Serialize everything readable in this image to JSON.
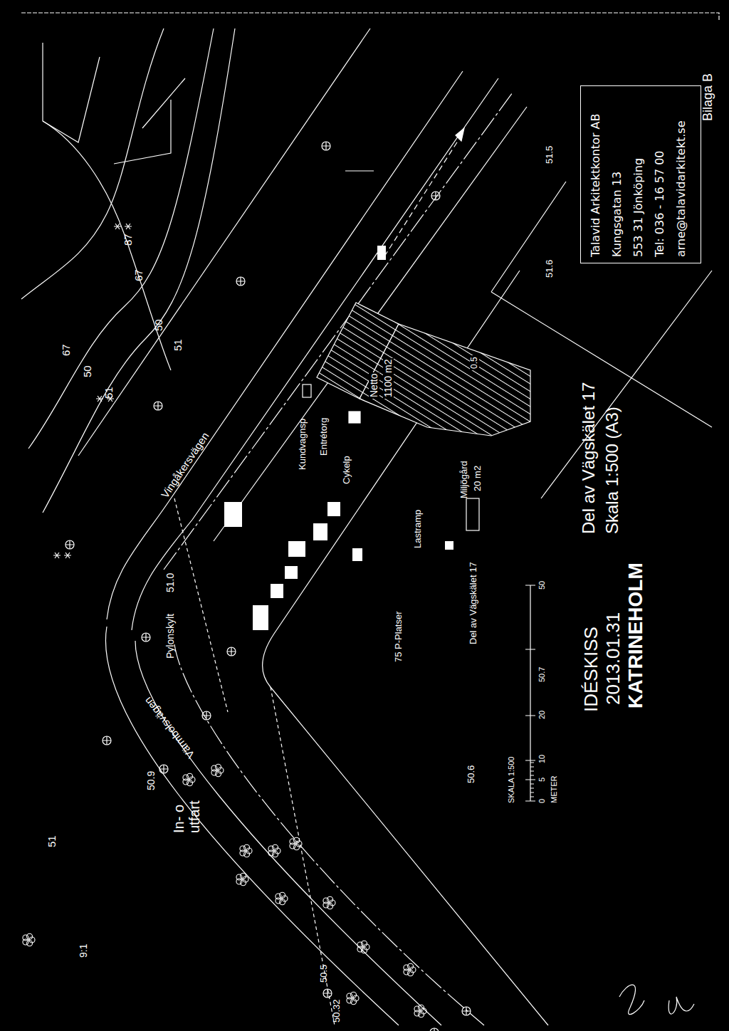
{
  "diagram": {
    "nodes": [
      {
        "text": [
          "Talavid Arkitektkontor AB",
          "Kungsgatan 13",
          "553 31 Jönköping",
          "Tel: 036 - 16 57 00",
          "arne@talavidarkitekt.se"
        ]
      }
    ],
    "labels": [
      "Bilaga B",
      "87",
      "67",
      "50",
      "51",
      "67",
      "50",
      "51",
      "Vingåkersvägen",
      "51.0",
      "Pylonskylt",
      "Kundvagnsp",
      "Entrétorg",
      "Cykelp",
      "Netto",
      "1100 m2",
      "0.5",
      "51.6",
      "51.5",
      "Lastramp",
      "Miljögård",
      "20 m2",
      "75 P-Platser",
      "Del av Vägskälet 17",
      "Värmbolsvägen",
      "50.9",
      "In- o utfart",
      "50.6",
      "SKALA 1:500",
      "0",
      "5",
      "10",
      "20",
      "50.7",
      "50",
      "METER",
      "51",
      "9:1",
      "50.5",
      "50.32",
      "IDÉSKISS",
      "2013.01.31",
      "KATRINEHOLM",
      "Del av Vägskälet 17",
      "Skala 1:500 (A3)"
    ]
  }
}
